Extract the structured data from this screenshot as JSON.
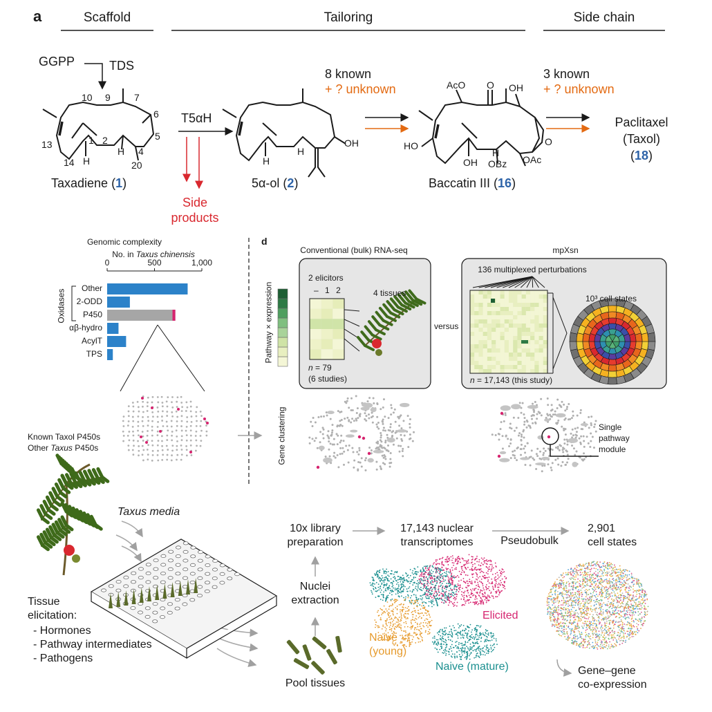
{
  "panel_letters": {
    "a": "a",
    "d": "d"
  },
  "headers": {
    "scaffold": "Scaffold",
    "tailoring": "Tailoring",
    "side_chain": "Side chain"
  },
  "pathway": {
    "ggpp": "GGPP",
    "tds": "TDS",
    "t5ah": "T5αH",
    "known1": "8 known",
    "unknown1": "+ ? unknown",
    "known2": "3 known",
    "unknown2": "+ ? unknown",
    "side_products_1": "Side",
    "side_products_2": "products",
    "compounds": [
      {
        "name": "Taxadiene (",
        "num": "1",
        "close": ")"
      },
      {
        "name": "5α-ol (",
        "num": "2",
        "close": ")"
      },
      {
        "name": "Baccatin III (",
        "num": "16",
        "close": ")"
      }
    ],
    "paclitaxel_1": "Paclitaxel",
    "paclitaxel_2": "(Taxol)",
    "paclitaxel_num": "18",
    "paclitaxel_open": "(",
    "paclitaxel_close": ")",
    "atom_labels": {
      "n10": "10",
      "n9": "9",
      "n7": "7",
      "n6": "6",
      "n5": "5",
      "n4": "4",
      "n20": "20",
      "n13": "13",
      "n1": "1",
      "n2": "2",
      "n14": "14",
      "h": "H",
      "oh": "OH",
      "aco": "AcO",
      "o": "O",
      "ho": "HO",
      "obz": "OBz",
      "oac": "OAc"
    }
  },
  "complexity": {
    "title": "Genomic complexity",
    "subtitle_pre": "No. in ",
    "subtitle_italic": "Taxus chinensis",
    "group_label": "Oxidases",
    "legend_known": "Known Taxol P450s",
    "legend_other_pre": "Other ",
    "legend_other_italic": "Taxus",
    "legend_other_post": " P450s"
  },
  "chart_data": {
    "type": "bar",
    "orientation": "horizontal",
    "categories": [
      "Other",
      "2-ODD",
      "P450",
      "αβ-hydro",
      "AcylT",
      "TPS"
    ],
    "values": [
      850,
      240,
      720,
      120,
      200,
      60
    ],
    "highlight": {
      "P450": {
        "known": 30
      }
    },
    "xlim": [
      0,
      1000
    ],
    "xticks": [
      "0",
      "500",
      "1,000"
    ],
    "colors": {
      "bar": "#2c82c9",
      "p450": "#a6a6a6",
      "known": "#d6246f"
    }
  },
  "panel_d": {
    "bulk_title": "Conventional (bulk) RNA-seq",
    "mpx_title": "mpXsn",
    "heat_ylabel": "Pathway × expression",
    "elicitors": "2 elicitors",
    "elicitor_ticks": [
      "–",
      "1",
      "2"
    ],
    "tissues": "4 tissues",
    "n_bulk_pre": "n",
    "n_bulk": " = 79",
    "studies": "(6 studies)",
    "versus": "versus",
    "perturbations": "136 multiplexed perturbations",
    "cell_states": "10³ cell states",
    "n_mpx_pre": "n",
    "n_mpx": " = 17,143 (this study)",
    "gene_clustering": "Gene clustering",
    "single_module_1": "Single",
    "single_module_2": "pathway",
    "single_module_3": "module"
  },
  "workflow": {
    "taxus_media": "Taxus media",
    "elicitation_1": "Tissue",
    "elicitation_2": "elicitation:",
    "items": [
      "- Hormones",
      "- Pathway intermediates",
      "- Pathogens"
    ],
    "pool": "Pool tissues",
    "nuclei_1": "Nuclei",
    "nuclei_2": "extraction",
    "lib_1": "10x library",
    "lib_2": "preparation",
    "trans_1": "17,143 nuclear",
    "trans_2": "transcriptomes",
    "pseudobulk": "Pseudobulk",
    "cells_1": "2,901",
    "cells_2": "cell states",
    "naive_young_1": "Naive",
    "naive_young_2": "(young)",
    "elicited": "Elicited",
    "naive_mature": "Naive (mature)",
    "coexp_1": "Gene–gene",
    "coexp_2": "co-expression"
  }
}
